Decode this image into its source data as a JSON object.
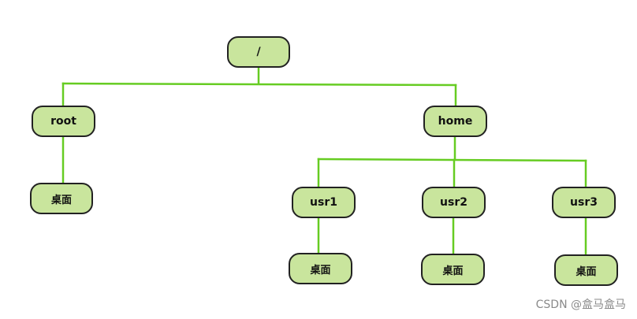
{
  "tree": {
    "root": "/",
    "root_dir": "root",
    "root_desktop": "桌面",
    "home": "home",
    "usr1": "usr1",
    "usr1_desktop": "桌面",
    "usr2": "usr2",
    "usr2_desktop": "桌面",
    "usr3": "usr3",
    "usr3_desktop": "桌面"
  },
  "watermark": "CSDN @盒马盒马",
  "colors": {
    "node_fill": "#c9e59d",
    "node_border": "#222222",
    "connector": "#66cc22"
  }
}
